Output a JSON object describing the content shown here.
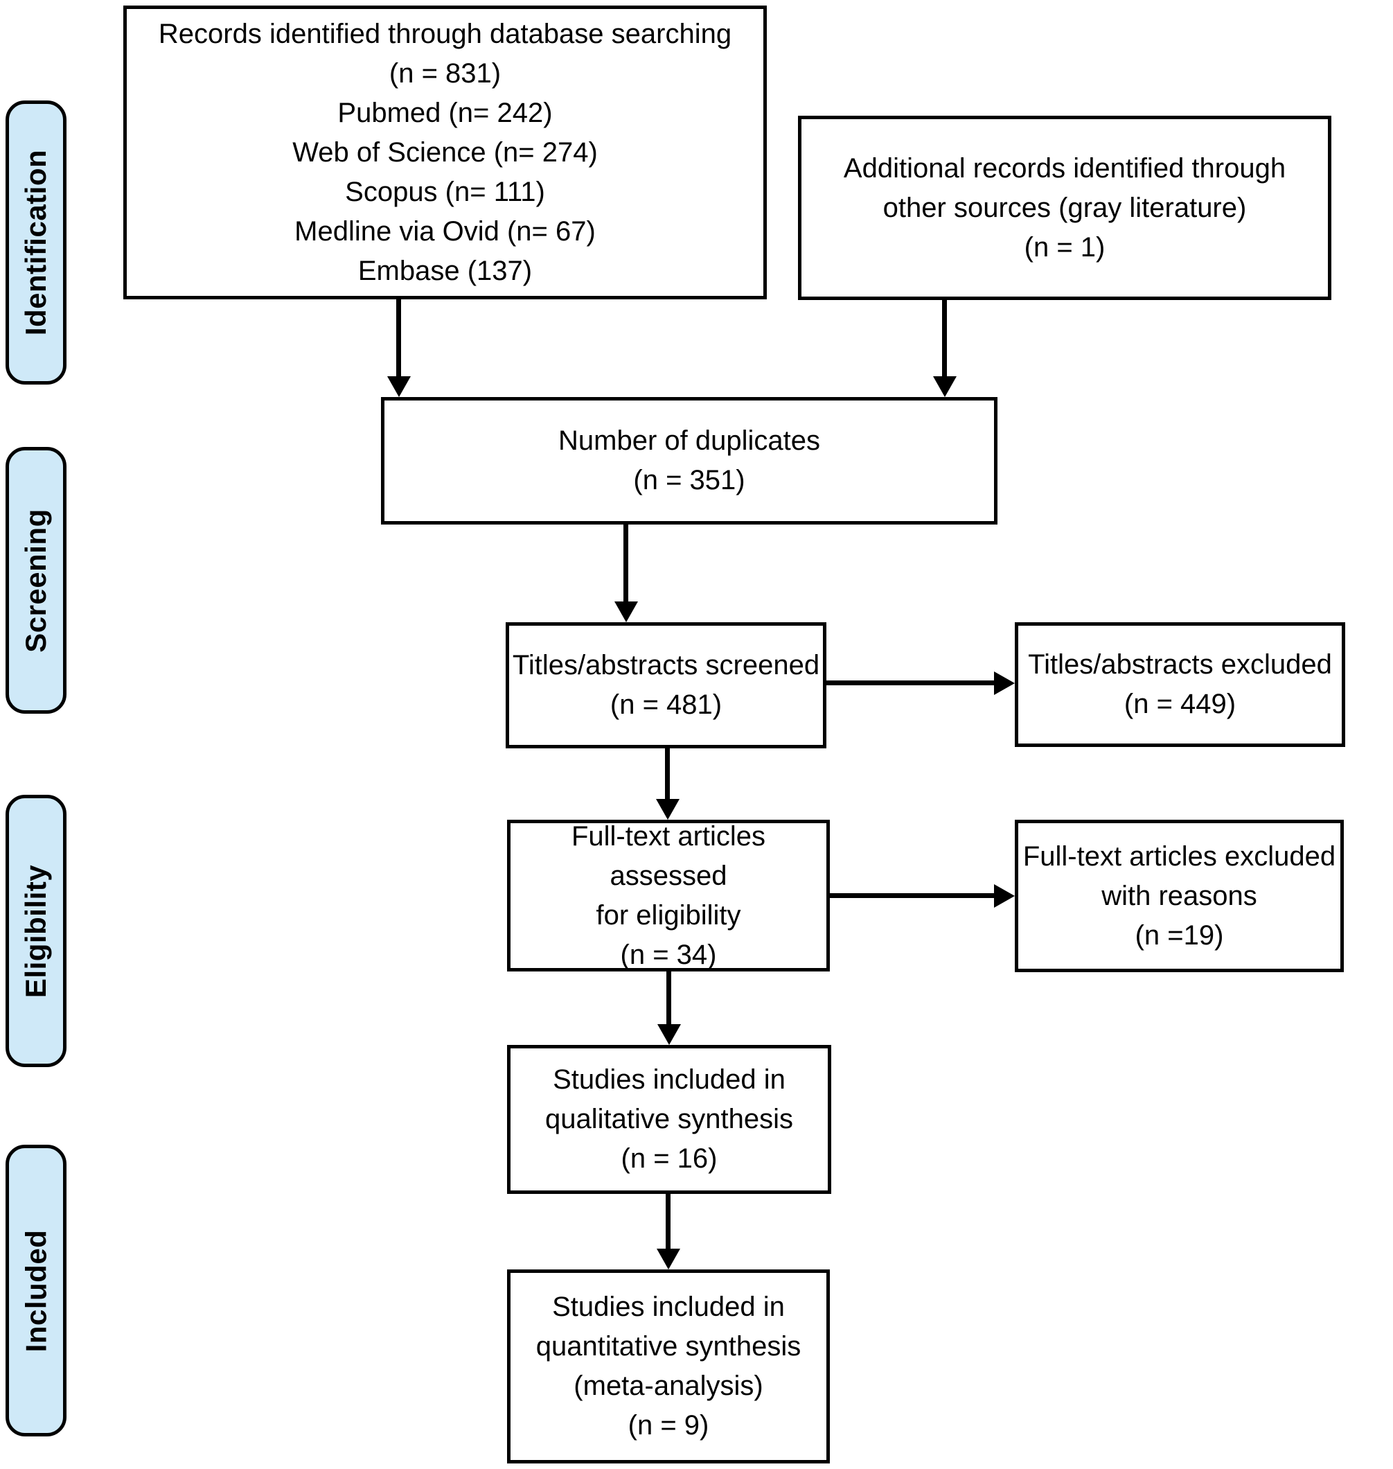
{
  "diagram": {
    "type": "prisma-flowchart",
    "colors": {
      "stage_fill": "#cfe9f8",
      "box_fill": "#ffffff",
      "line_color": "#000000",
      "text_color": "#000000"
    },
    "stages": {
      "identification": "Identification",
      "screening": "Screening",
      "eligibility": "Eligibility",
      "included": "Included"
    },
    "boxes": {
      "records": {
        "lines": [
          "Records identified through database searching",
          "(n = 831)",
          "Pubmed (n= 242)",
          "Web of Science (n= 274)",
          "Scopus (n= 111)",
          "Medline via Ovid (n= 67)",
          "Embase (137)"
        ]
      },
      "additional": {
        "lines": [
          "Additional records identified through",
          "other sources (gray literature)",
          "(n = 1)"
        ]
      },
      "duplicates": {
        "lines": [
          "Number of duplicates",
          "(n = 351)"
        ]
      },
      "screened": {
        "lines": [
          "Titles/abstracts screened",
          "(n = 481)"
        ]
      },
      "screened_excluded": {
        "lines": [
          "Titles/abstracts excluded",
          "(n = 449)"
        ]
      },
      "fulltext": {
        "lines": [
          "Full-text articles assessed",
          "for eligibility",
          "(n = 34)"
        ]
      },
      "fulltext_excluded": {
        "lines": [
          "Full-text articles excluded",
          "with reasons",
          "(n =19)"
        ]
      },
      "qualitative": {
        "lines": [
          "Studies included in",
          "qualitative synthesis",
          "(n = 16)"
        ]
      },
      "quantitative": {
        "lines": [
          "Studies included in",
          "quantitative synthesis",
          "(meta-analysis)",
          "(n = 9)"
        ]
      }
    }
  }
}
